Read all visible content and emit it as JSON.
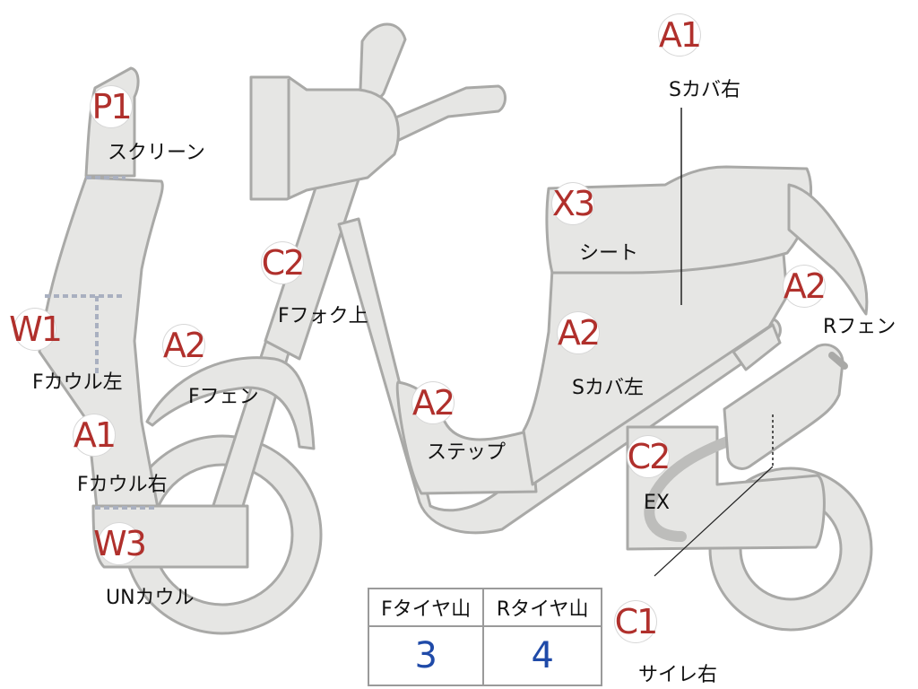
{
  "colors": {
    "part_fill": "#e6e6e4",
    "part_outline": "#a9a9a7",
    "grade_code": "#b0302c",
    "tire_value": "#1f4aa8"
  },
  "parts": [
    {
      "code": "P1",
      "name": "スクリーン"
    },
    {
      "code": "W1",
      "name": "Fカウル左"
    },
    {
      "code": "A1",
      "name": "Fカウル右"
    },
    {
      "code": "W3",
      "name": "UNカウル"
    },
    {
      "code": "A2",
      "name": "Fフェン"
    },
    {
      "code": "C2",
      "name": "Fフォク上"
    },
    {
      "code": "A2",
      "name": "ステップ"
    },
    {
      "code": "X3",
      "name": "シート"
    },
    {
      "code": "A1",
      "name": "Sカバ右"
    },
    {
      "code": "A2",
      "name": "Sカバ左"
    },
    {
      "code": "A2",
      "name": "Rフェン"
    },
    {
      "code": "C2",
      "name": "EX"
    },
    {
      "code": "C1",
      "name": "サイレ右"
    }
  ],
  "tire_table": {
    "headers": [
      "Fタイヤ山",
      "Rタイヤ山"
    ],
    "values": [
      "3",
      "4"
    ]
  }
}
